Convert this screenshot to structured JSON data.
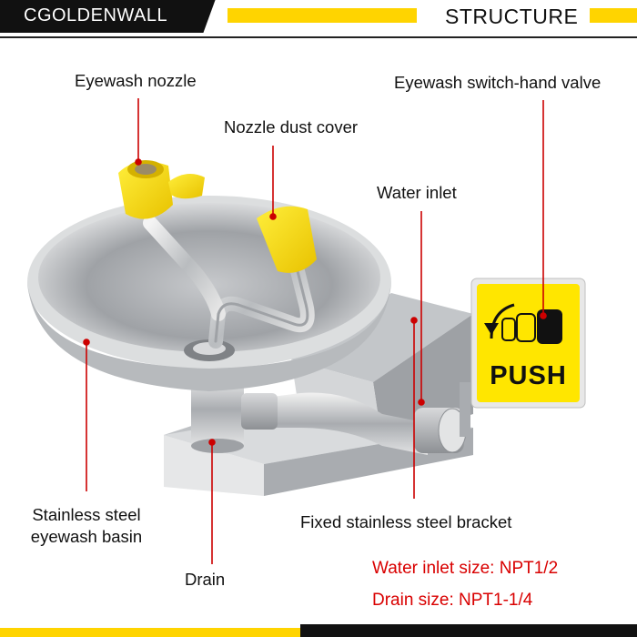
{
  "header": {
    "brand": "CGOLDENWALL",
    "title": "STRUCTURE",
    "colors": {
      "stripe": "#ffd400",
      "brand_bg": "#111111"
    }
  },
  "labels": {
    "eyewash_nozzle": "Eyewash nozzle",
    "nozzle_dust_cover": "Nozzle dust cover",
    "switch_valve": "Eyewash switch-hand valve",
    "water_inlet": "Water inlet",
    "basin_line1": "Stainless steel",
    "basin_line2": "eyewash basin",
    "bracket": "Fixed stainless steel bracket",
    "drain": "Drain"
  },
  "specs": {
    "inlet_size": "Water inlet size: NPT1/2",
    "drain_size": "Drain size: NPT1-1/4",
    "color": "#d90000"
  },
  "push_sign": {
    "text": "PUSH",
    "background": "#ffe600"
  },
  "leader_color": "#cc0000"
}
